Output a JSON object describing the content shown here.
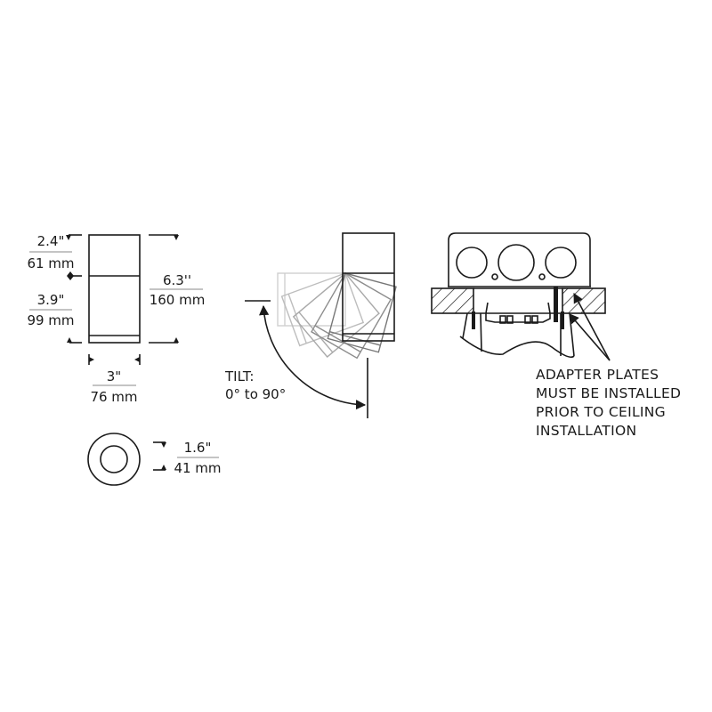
{
  "front_view": {
    "top_height": {
      "in": "2.4\"",
      "mm": "61 mm"
    },
    "bottom_height": {
      "in": "3.9\"",
      "mm": "99 mm"
    },
    "total_height": {
      "in": "6.3''",
      "mm": "160 mm"
    },
    "width": {
      "in": "3\"",
      "mm": "76 mm"
    }
  },
  "bottom_view": {
    "aperture": {
      "in": "1.6\"",
      "mm": "41 mm"
    }
  },
  "tilt_view": {
    "label": "TILT:",
    "range": "0° to 90°"
  },
  "install_view": {
    "note_lines": [
      "ADAPTER PLATES",
      "MUST BE INSTALLED",
      "PRIOR TO CEILING",
      "INSTALLATION"
    ]
  }
}
